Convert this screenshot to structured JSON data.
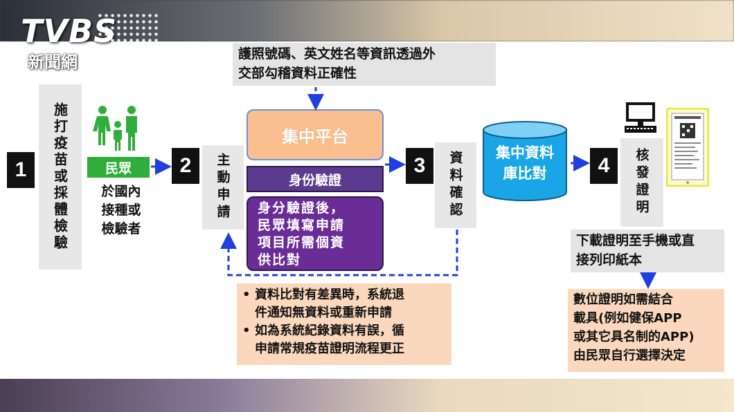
{
  "logo": {
    "mark": "TVBS",
    "sub": "新聞網"
  },
  "steps": [
    {
      "num": "1",
      "label": "施打疫苗或採體檢驗"
    },
    {
      "num": "2",
      "label": "主動申請"
    },
    {
      "num": "3",
      "label": "資料確認"
    },
    {
      "num": "4",
      "label": "核發證明"
    }
  ],
  "people": {
    "badge": "民眾",
    "desc_line1": "於國內",
    "desc_line2": "接種或",
    "desc_line3": "檢驗者"
  },
  "top_note": {
    "line1": "護照號碼、英文姓名等資訊透過外",
    "line2": "交部勾稽資料正確性"
  },
  "platform": {
    "title": "集中平台",
    "verify": "身份驗證",
    "detail_line1": "身分驗證後，",
    "detail_line2": "民眾填寫申請",
    "detail_line3": "項目所需個資",
    "detail_line4": "供比對"
  },
  "database": {
    "line1": "集中資料",
    "line2": "庫比對"
  },
  "download_note": {
    "line1": "下載證明至手機或直",
    "line2": "接列印紙本"
  },
  "digital_note": {
    "line1": "數位證明如需結合",
    "line2": "載具(例如健保APP",
    "line3": "或其它具名制的APP)",
    "line4": "由民眾自行選擇決定"
  },
  "error_note": {
    "bullet": "•",
    "item1_line1": "資料比對有差異時，系統退",
    "item1_line2": "件通知無資料或重新申請",
    "item2_line1": "如為系統紀錄資料有誤，循",
    "item2_line2": "申請常規疫苗證明流程更正"
  },
  "colors": {
    "arrow": "#1f3fe0",
    "people": "#2fae3b",
    "platform": "#fbbf8f",
    "verify": "#5b3a8f",
    "detail": "#6a2d95",
    "database": "#1aa6e6",
    "note_orange": "#fbd8bd",
    "note_grey": "#e4e4e4"
  }
}
